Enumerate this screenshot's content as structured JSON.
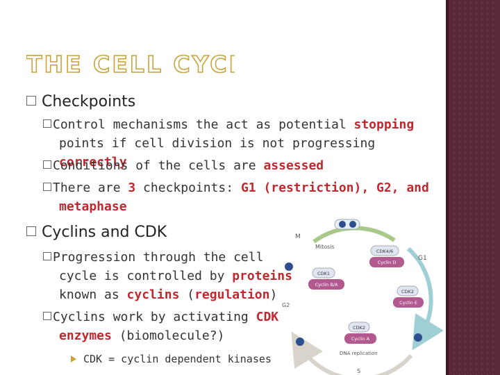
{
  "slide": {
    "title": "THE CELL CYCLE",
    "sections": [
      {
        "heading": "Checkpoints",
        "bullets": [
          {
            "parts": [
              {
                "text": "Control mechanisms the act as potential ",
                "hl": false
              },
              {
                "text": "stopping",
                "hl": true
              }
            ]
          },
          {
            "parts": [
              {
                "text": "points if cell division is not progressing ",
                "hl": false
              },
              {
                "text": "correctly",
                "hl": true
              }
            ]
          },
          {
            "parts": [
              {
                "text": "Conditions of the cells are ",
                "hl": false
              },
              {
                "text": "assessed",
                "hl": true
              }
            ]
          },
          {
            "parts": [
              {
                "text": "There are ",
                "hl": false
              },
              {
                "text": "3",
                "hl": true
              },
              {
                "text": " checkpoints: ",
                "hl": false
              },
              {
                "text": "G1 (restriction), G2, and",
                "hl": true
              }
            ]
          },
          {
            "parts": [
              {
                "text": "metaphase",
                "hl": true
              }
            ]
          }
        ]
      },
      {
        "heading": "Cyclins and CDK",
        "bullets": [
          {
            "parts": [
              {
                "text": "Progression through the cell",
                "hl": false
              }
            ]
          },
          {
            "parts": [
              {
                "text": "cycle is controlled by ",
                "hl": false
              },
              {
                "text": "proteins",
                "hl": true
              }
            ]
          },
          {
            "parts": [
              {
                "text": "known as ",
                "hl": false
              },
              {
                "text": "cyclins",
                "hl": true
              },
              {
                "text": " (",
                "hl": false
              },
              {
                "text": "regulation",
                "hl": true
              },
              {
                "text": ")",
                "hl": false
              }
            ]
          },
          {
            "parts": [
              {
                "text": "Cyclins work by activating ",
                "hl": false
              },
              {
                "text": "CDK",
                "hl": true
              }
            ]
          },
          {
            "parts": [
              {
                "text": "enzymes",
                "hl": true
              },
              {
                "text": " (biomolecule?)",
                "hl": false
              }
            ]
          }
        ],
        "sub_bullet": "CDK = cyclin dependent kinases"
      }
    ]
  },
  "diagram": {
    "phase_labels": {
      "m": "M",
      "g1": "G1",
      "g2": "G2",
      "s": "S"
    },
    "mitosis_label": "Mitosis",
    "dna_replication_label": "DNA replication",
    "complexes": [
      {
        "cdk": "CDK4/6",
        "cyclin": "Cyclin D"
      },
      {
        "cdk": "CDK1",
        "cyclin": "Cyclin B/A"
      },
      {
        "cdk": "CDK2",
        "cyclin": "Cyclin E"
      },
      {
        "cdk": "CDK2",
        "cyclin": "Cyclin A"
      }
    ],
    "colors": {
      "arc_m": "#a8c98a",
      "arc_g1": "#9ecfd4",
      "arc_s": "#d8d4cc",
      "cyclin": "#b2598f",
      "cdk": "#e0e6f0",
      "inhibitor": "#2e4f8f",
      "highlight": "#c0282f",
      "side_panel": "#5a2a3a"
    }
  }
}
